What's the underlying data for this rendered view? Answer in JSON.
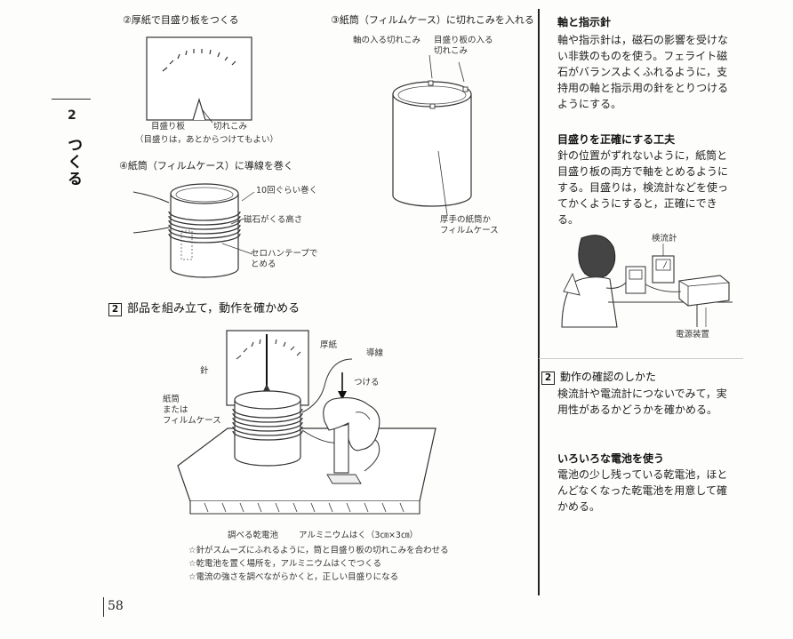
{
  "side_tab": {
    "chapter_number": "2",
    "chapter_title": "つくる"
  },
  "page_number": "58",
  "fig_steps": {
    "step2_title": "②厚紙で目盛り板をつくる",
    "step2_label_board": "目盛り板",
    "step2_label_notch": "切れこみ",
    "step2_note": "（目盛りは，あとからつけてもよい）",
    "step3_title": "③紙筒（フィルムケース）に切れこみを入れる",
    "step3_label_axis_notch": "軸の入る切れこみ",
    "step3_label_board_notch": "目盛り板の入る\n切れこみ",
    "step3_label_tube": "厚手の紙筒か\nフィルムケース",
    "step4_title": "④紙筒（フィルムケース）に導線を巻く",
    "step4_label_turns": "10回ぐらい巻く",
    "step4_label_height": "磁石がくる高さ",
    "step4_label_tape": "セロハンテープで\nとめる"
  },
  "assembly": {
    "section_number": "2",
    "section_title": "部品を組み立て，動作を確かめる",
    "label_cardboard": "厚紙",
    "label_wire": "導線",
    "label_needle": "針",
    "label_attach": "つける",
    "label_tube": "紙筒\nまたは\nフィルムケース",
    "label_battery": "調べる乾電池",
    "label_foil": "アルミニウムはく（3㎝×3㎝）",
    "notes": [
      "☆針がスムーズにふれるように，筒と目盛り板の切れこみを合わせる",
      "☆乾電池を置く場所を，アルミニウムはくでつくる",
      "☆電流の強さを調べながらかくと，正しい目盛りになる"
    ]
  },
  "right_column": {
    "sec1_title": "軸と指示針",
    "sec1_body": "軸や指示針は，磁石の影響を受けない非鉄のものを使う。フェライト磁石がバランスよくふれるように，支持用の軸と指示用の針をとりつけるようにする。",
    "sec2_title": "目盛りを正確にする工夫",
    "sec2_body": "針の位置がずれないように，紙筒と目盛り板の両方で軸をとめるようにする。目盛りは，検流計などを使ってかくようにすると，正確にできる。",
    "illus_label_meter": "検流計",
    "illus_label_power": "電源装置",
    "sec3_number": "2",
    "sec3_title": "動作の確認のしかた",
    "sec3_body": "検流計や電流計につないでみて，実用性があるかどうかを確かめる。",
    "sec4_title": "いろいろな電池を使う",
    "sec4_body": "電池の少し残っている乾電池，ほとんどなくなった乾電池を用意して確かめる。"
  }
}
